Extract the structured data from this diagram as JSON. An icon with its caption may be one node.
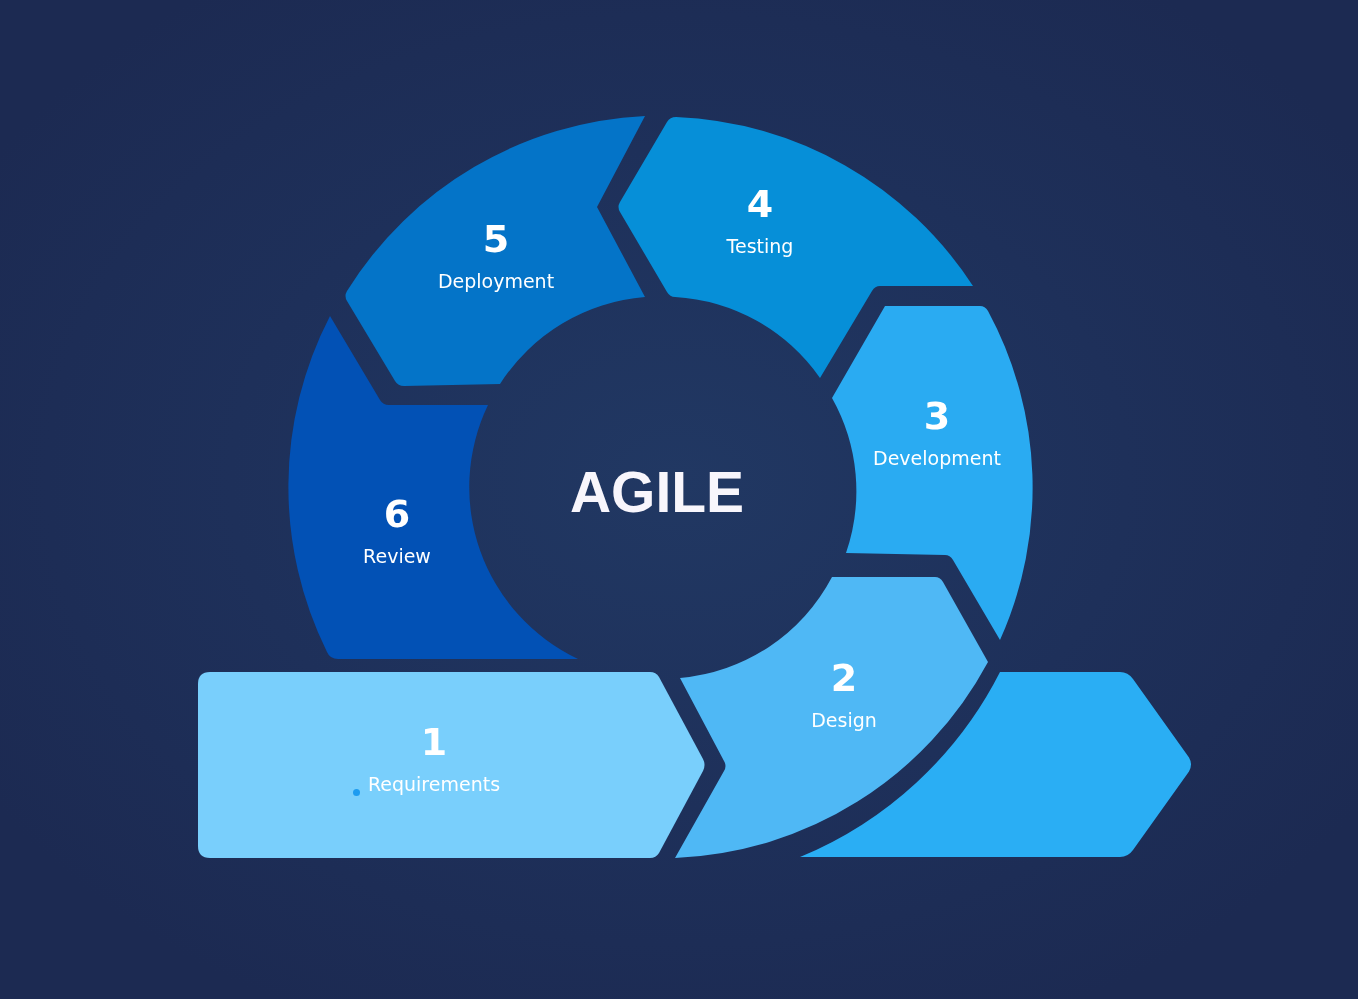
{
  "diagram": {
    "title": "AGILE",
    "nodes": [
      {
        "text": [
          "1",
          "Requirements"
        ]
      },
      {
        "text": [
          "2",
          "Design"
        ]
      },
      {
        "text": [
          "3",
          "Development"
        ]
      },
      {
        "text": [
          "4",
          "Testing"
        ]
      },
      {
        "text": [
          "5",
          "Deployment"
        ]
      },
      {
        "text": [
          "6",
          "Review"
        ]
      },
      {
        "text": [],
        "shape": "arrow"
      }
    ]
  }
}
